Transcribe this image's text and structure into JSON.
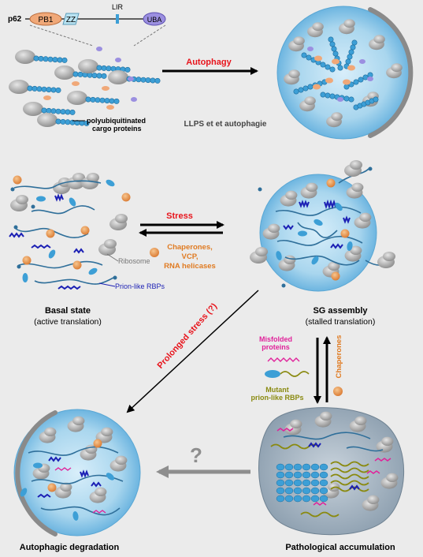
{
  "p62_domain": {
    "protein": "p62",
    "pb1": "PB1",
    "zz": "ZZ",
    "lir": "LIR",
    "uba": "UBA"
  },
  "cargo_label_line1": "polyubiquitinated",
  "cargo_label_line2": "cargo proteins",
  "autophagy_label": "Autophagy",
  "llps_label": "LLPS et et autophagie",
  "stress_label": "Stress",
  "chaperones_vcp_line1": "Chaperones,",
  "chaperones_vcp_line2": "VCP,",
  "chaperones_vcp_line3": "RNA helicases",
  "ribosome_label": "Ribosome",
  "prion_rbps_label": "Prion-like RBPs",
  "basal_state_title": "Basal state",
  "basal_state_sub": "(active translation)",
  "sg_title": "SG assembly",
  "sg_sub": "(stalled translation)",
  "prolonged_stress_label": "Prolonged stress (?)",
  "misfolded_line1": "Misfolded",
  "misfolded_line2": "proteins",
  "mutant_line1": "Mutant",
  "mutant_line2": "prion-like RBPs",
  "chaperones_label": "Chaperones",
  "question_mark": "?",
  "autophagic_degradation_title": "Autophagic degradation",
  "pathological_title": "Pathological accumulation",
  "colors": {
    "background": "#ebebeb",
    "droplet": "#a9d6ee",
    "droplet_edge": "#5aa7d4",
    "ribosome": "#a8a8a8",
    "ubiquitin": "#3d9fd6",
    "rna": "#2f6f9a",
    "prion_rbp": "#1b1fb4",
    "orange_protein": "#e89a4f",
    "red": "#e8141c",
    "orange_text": "#e07b22",
    "magenta": "#e0229a",
    "olive": "#8a8a10",
    "grey_arrow": "#8e8e8e"
  }
}
